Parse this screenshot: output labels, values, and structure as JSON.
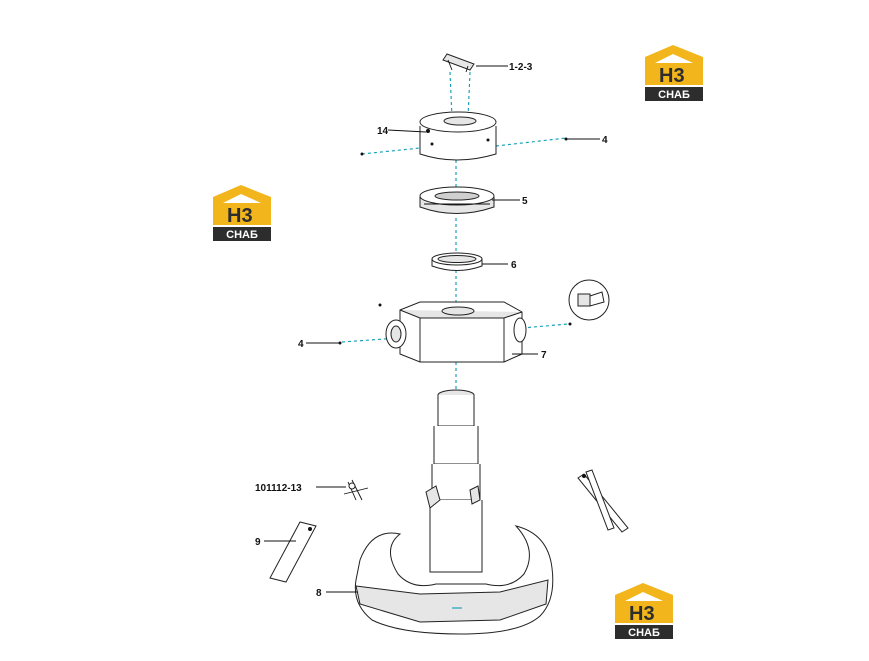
{
  "brand": {
    "logo_letters": "H3",
    "logo_word": "СНАБ",
    "colors": {
      "accent": "#f2b51b",
      "dark": "#2d2d2d",
      "axis": "#1aa3b8"
    }
  },
  "callouts": {
    "c_1_2_3": "1-2-3",
    "c_14": "14",
    "c_4_top": "4",
    "c_5": "5",
    "c_6": "6",
    "c_7": "7",
    "c_4_mid": "4",
    "c_10_11_12_13": "101112-13",
    "c_9": "9",
    "c_8": "8"
  }
}
